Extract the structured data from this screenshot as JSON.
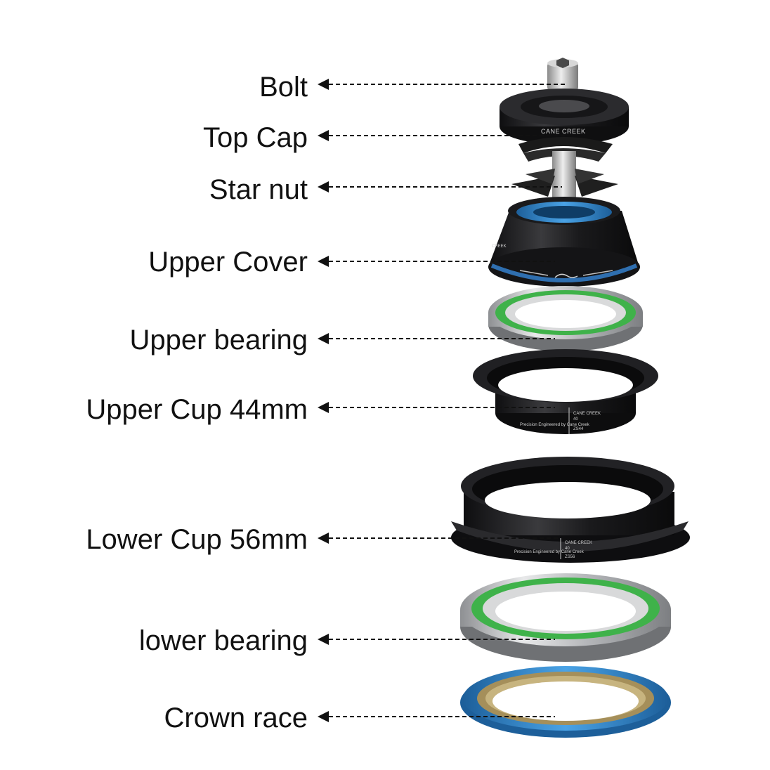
{
  "labels": [
    {
      "id": "bolt",
      "text": "Bolt"
    },
    {
      "id": "top-cap",
      "text": "Top Cap"
    },
    {
      "id": "star-nut",
      "text": "Star nut"
    },
    {
      "id": "upper-cover",
      "text": "Upper Cover"
    },
    {
      "id": "upper-bearing",
      "text": "Upper bearing"
    },
    {
      "id": "upper-cup",
      "text": "Upper Cup 44mm"
    },
    {
      "id": "lower-cup",
      "text": "Lower Cup 56mm"
    },
    {
      "id": "lower-bearing",
      "text": "lower bearing"
    },
    {
      "id": "crown-race",
      "text": "Crown race"
    }
  ],
  "part_text": {
    "top_cap_brand": "CANE CREEK",
    "upper_cover_brand": "CREEK",
    "upper_cup_brand": "CANE CREEK",
    "upper_cup_model": "40",
    "upper_cup_code": "ZS44",
    "upper_cup_tagline": "Precision Engineered by Cane Creek",
    "lower_cup_brand": "CANE CREEK",
    "lower_cup_model": "40",
    "lower_cup_code": "ZS56",
    "lower_cup_tagline": "Precision Engineered by Cane Creek"
  },
  "colors": {
    "text": "#111111",
    "anodized_black": "#1c1c1e",
    "seal_blue": "#2f7fc4",
    "seal_green": "#3fb24a",
    "steel": "#c9cacc",
    "brass": "#a58f5a"
  }
}
